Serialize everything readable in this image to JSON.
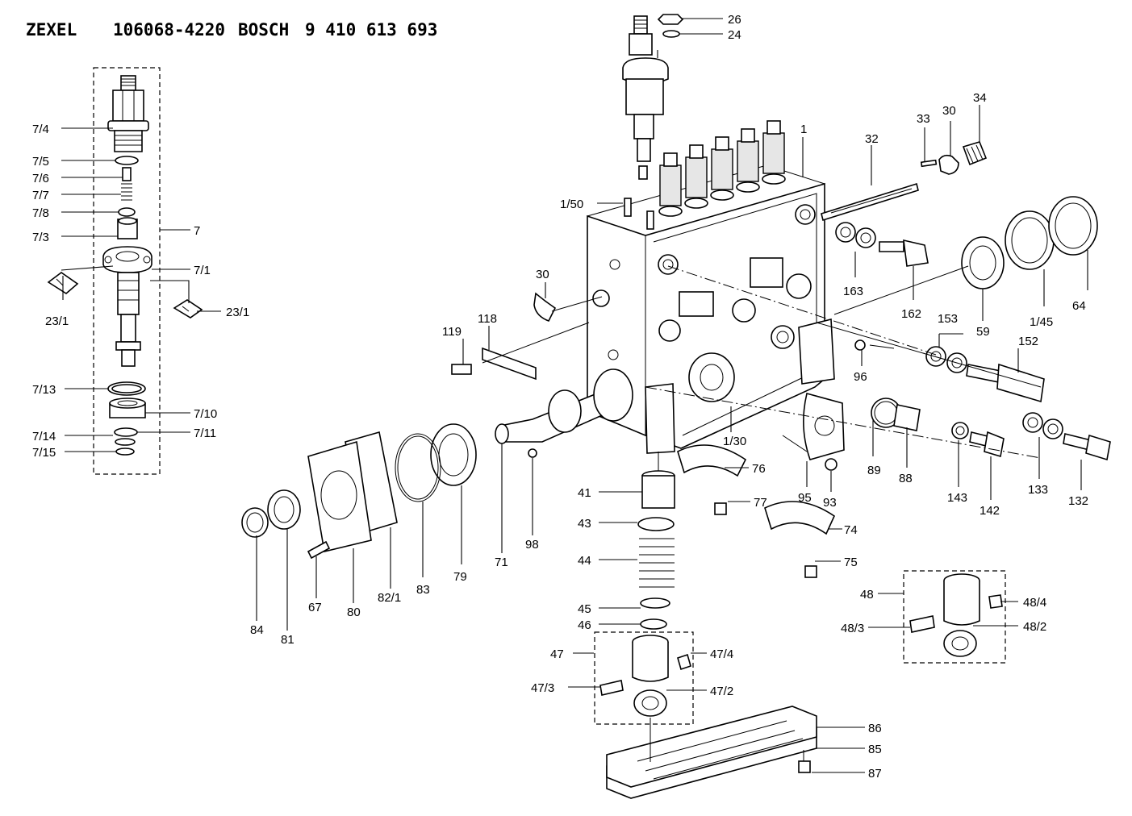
{
  "header": {
    "brand": "ZEXEL",
    "part_no": "106068-4220",
    "maker": "BOSCH",
    "maker_no": "9 410 613 693"
  },
  "labels": {
    "l_7_4": "7/4",
    "l_7_5": "7/5",
    "l_7_6": "7/6",
    "l_7_7": "7/7",
    "l_7_8": "7/8",
    "l_7_3": "7/3",
    "l_7": "7",
    "l_7_1": "7/1",
    "l_23_1a": "23/1",
    "l_23_1b": "23/1",
    "l_7_13": "7/13",
    "l_7_10": "7/10",
    "l_7_11": "7/11",
    "l_7_14": "7/14",
    "l_7_15": "7/15",
    "l_26": "26",
    "l_24": "24",
    "l_1": "1",
    "l_32": "32",
    "l_33": "33",
    "l_30a": "30",
    "l_34": "34",
    "l_1_50": "1/50",
    "l_163": "163",
    "l_162": "162",
    "l_59": "59",
    "l_1_45": "1/45",
    "l_64": "64",
    "l_30b": "30",
    "l_118": "118",
    "l_119": "119",
    "l_153": "153",
    "l_152": "152",
    "l_96": "96",
    "l_1_30": "1/30",
    "l_89": "89",
    "l_88": "88",
    "l_143": "143",
    "l_142": "142",
    "l_133": "133",
    "l_132": "132",
    "l_76": "76",
    "l_95": "95",
    "l_93": "93",
    "l_77": "77",
    "l_74": "74",
    "l_75": "75",
    "l_41": "41",
    "l_43": "43",
    "l_44": "44",
    "l_45": "45",
    "l_46": "46",
    "l_47": "47",
    "l_47_4": "47/4",
    "l_47_3": "47/3",
    "l_47_2": "47/2",
    "l_48": "48",
    "l_48_4": "48/4",
    "l_48_3": "48/3",
    "l_48_2": "48/2",
    "l_84": "84",
    "l_81": "81",
    "l_67": "67",
    "l_80": "80",
    "l_82_1": "82/1",
    "l_83": "83",
    "l_79": "79",
    "l_71": "71",
    "l_98": "98",
    "l_86": "86",
    "l_85": "85",
    "l_87": "87"
  }
}
